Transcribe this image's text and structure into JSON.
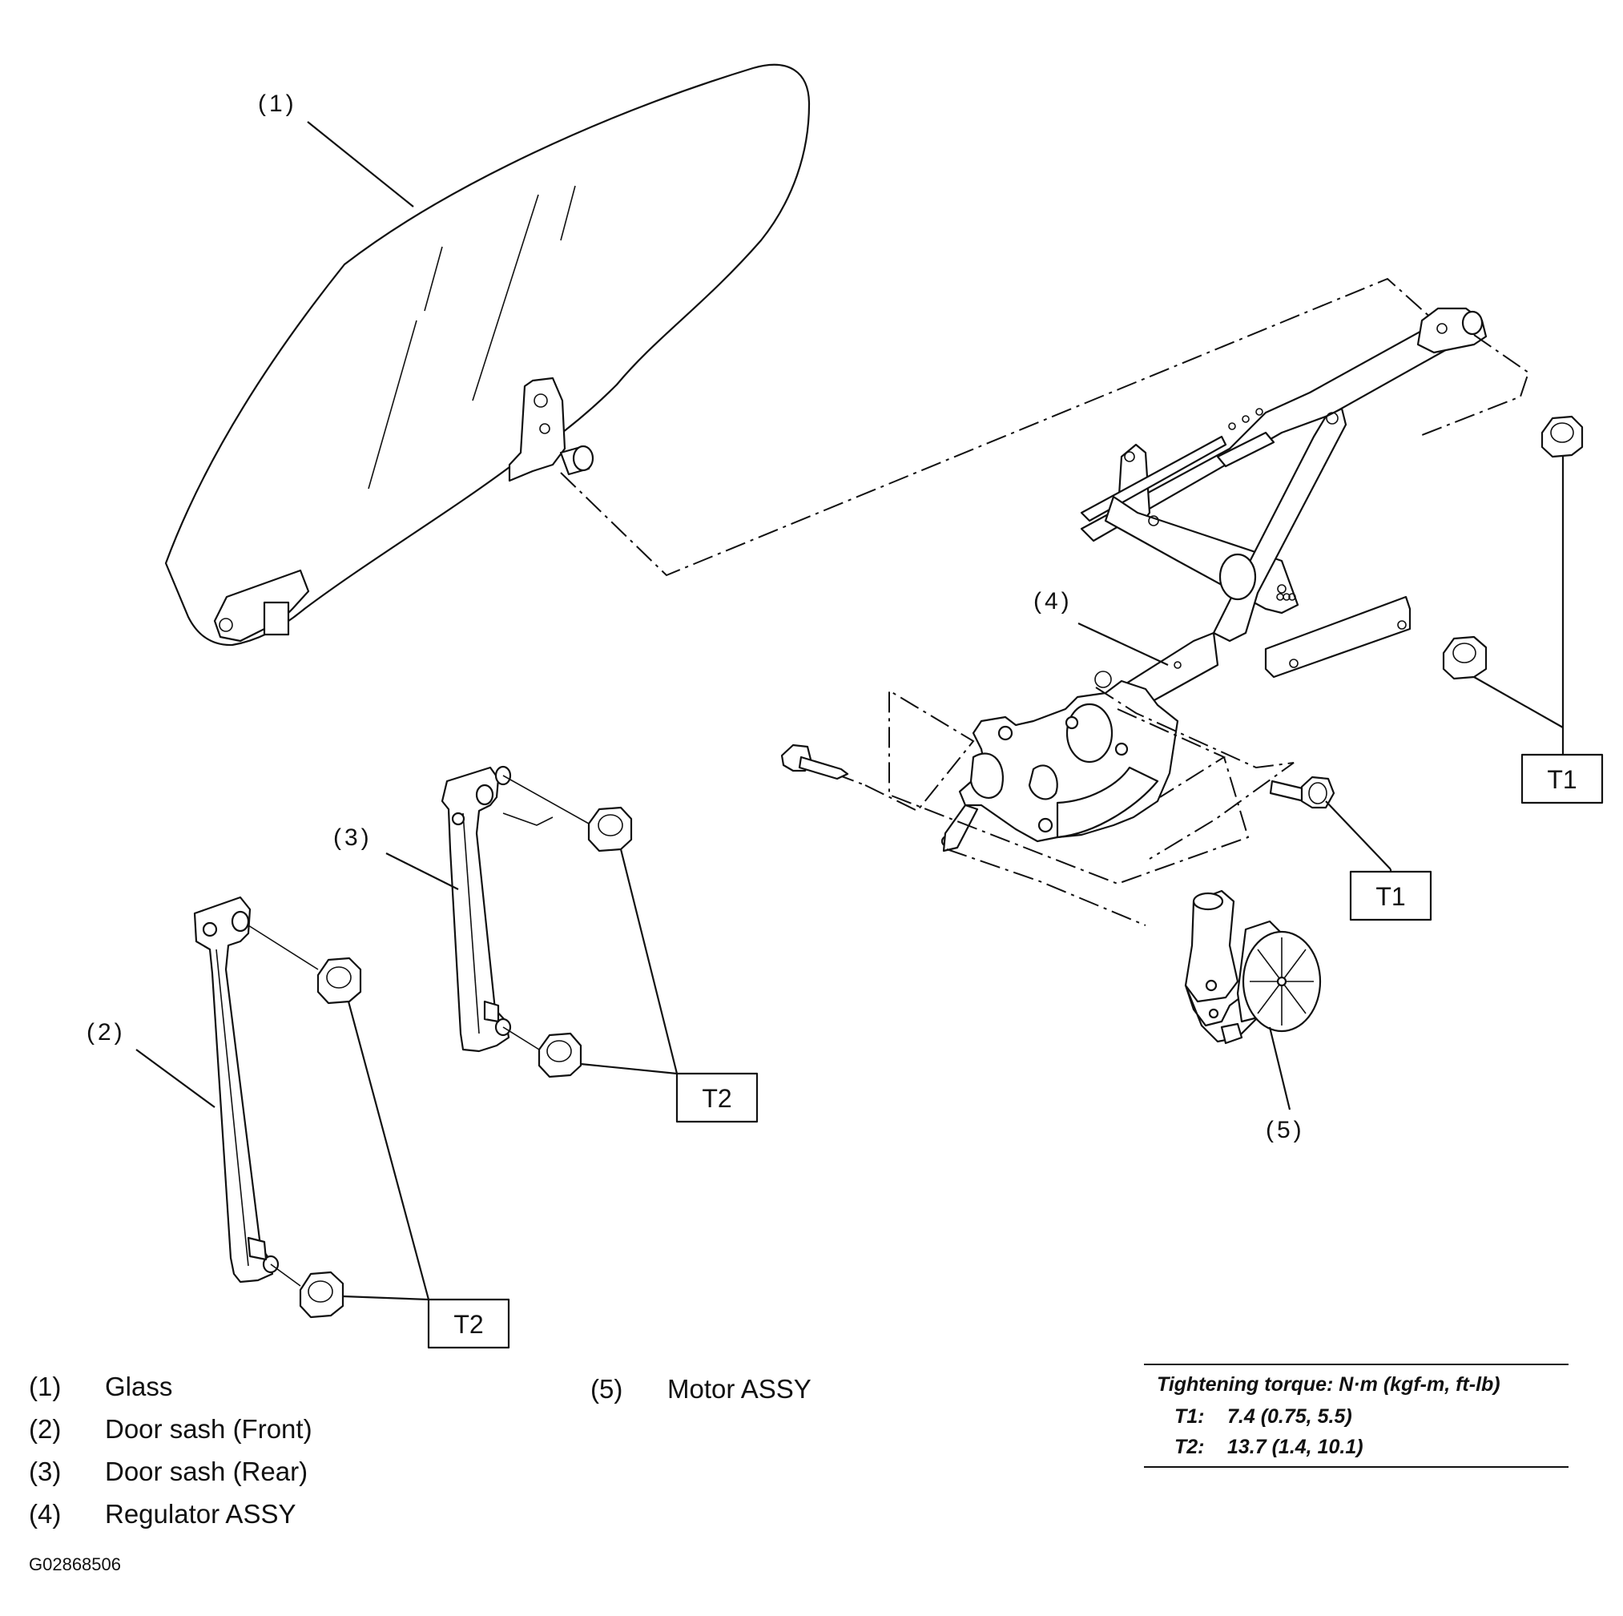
{
  "callouts": {
    "c1": "(1)",
    "c2": "(2)",
    "c3": "(3)",
    "c4": "(4)",
    "c5": "(5)"
  },
  "torque_boxes": {
    "t1_right": "T1",
    "t1_mid": "T1",
    "t2_rear": "T2",
    "t2_front": "T2"
  },
  "legend": {
    "items": [
      {
        "num": "(1)",
        "label": "Glass"
      },
      {
        "num": "(2)",
        "label": "Door sash (Front)"
      },
      {
        "num": "(3)",
        "label": "Door sash (Rear)"
      },
      {
        "num": "(4)",
        "label": "Regulator ASSY"
      },
      {
        "num": "(5)",
        "label": "Motor ASSY"
      }
    ]
  },
  "torque_table": {
    "title": "Tightening torque: N·m (kgf-m, ft-lb)",
    "rows": [
      {
        "key": "T1:",
        "value": "7.4 (0.75, 5.5)"
      },
      {
        "key": "T2:",
        "value": "13.7 (1.4, 10.1)"
      }
    ]
  },
  "figure_id": "G02868506"
}
